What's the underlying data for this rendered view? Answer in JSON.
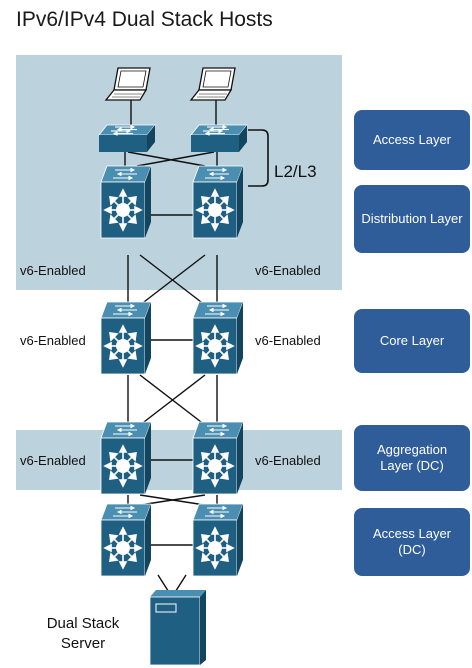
{
  "title": "IPv6/IPv4 Dual Stack Hosts",
  "bracket_label": "L2/L3",
  "enabled_labels": {
    "dist_left": "v6-Enabled",
    "dist_right": "v6-Enabled",
    "core_left": "v6-Enabled",
    "core_right": "v6-Enabled",
    "agg_left": "v6-Enabled",
    "agg_right": "v6-Enabled"
  },
  "layers": {
    "access": "Access Layer",
    "distribution": "Distribution Layer",
    "core": "Core Layer",
    "aggregation": "Aggregation Layer (DC)",
    "access_dc": "Access Layer (DC)"
  },
  "server": {
    "label_line1": "Dual Stack",
    "label_line2": "Server"
  },
  "colors": {
    "band": "#bcd2dd",
    "device_front": "#1e5f82",
    "device_top": "#4a8fb2",
    "device_side": "#14455f",
    "layer_box": "#2f5d9a"
  }
}
